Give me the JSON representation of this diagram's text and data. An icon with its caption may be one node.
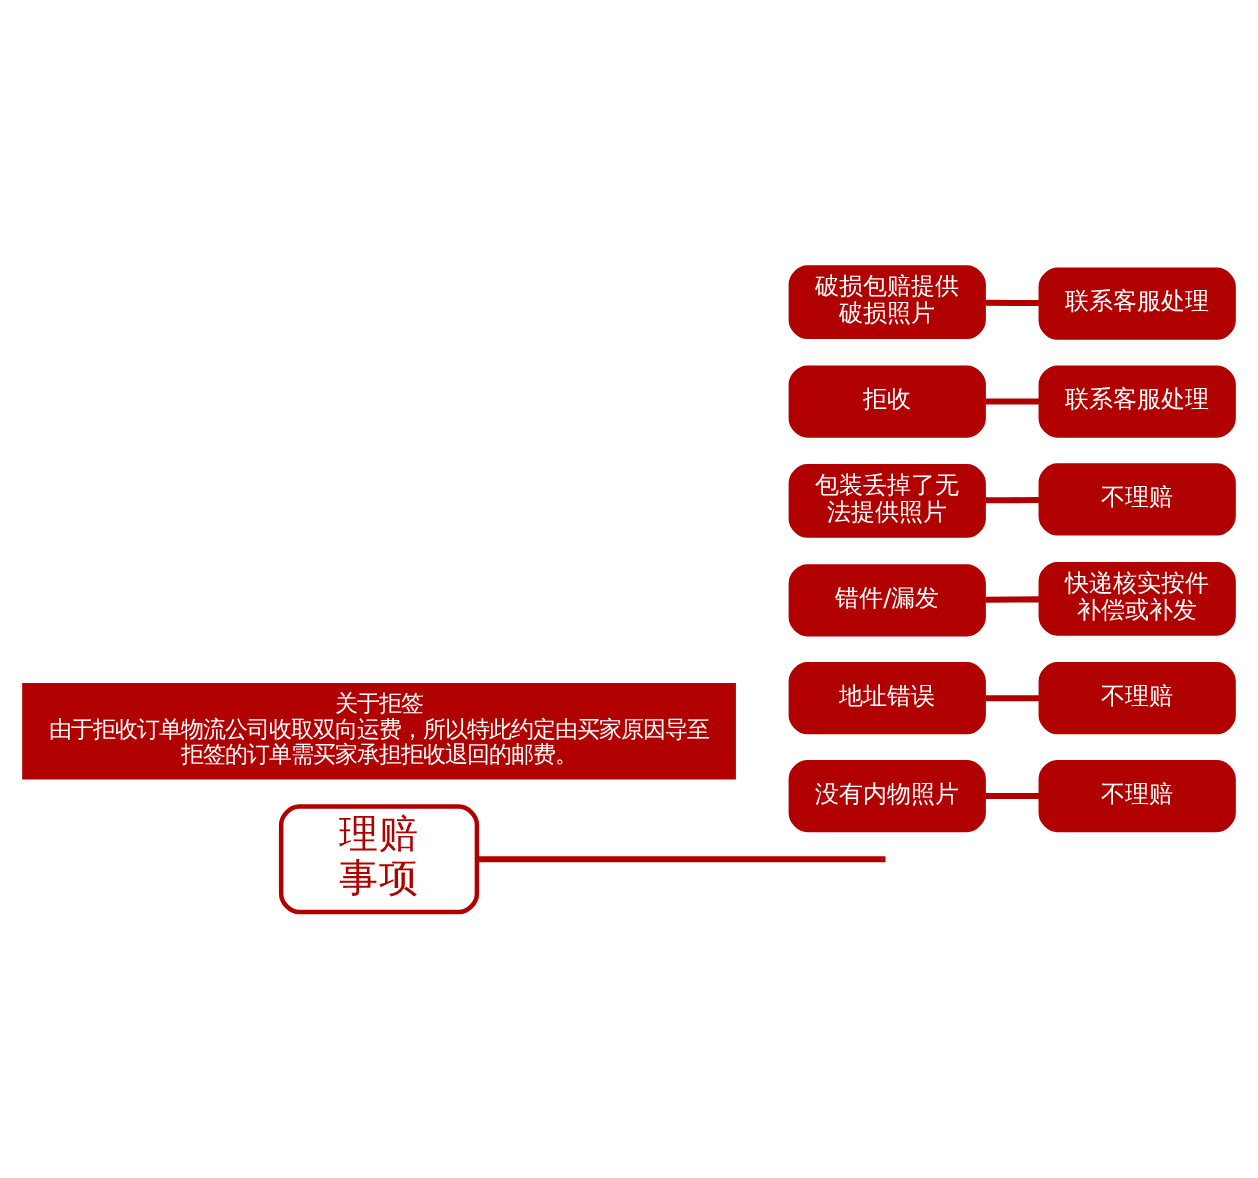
{
  "diagram": {
    "nodes": [
      {
        "text": [
          "理赔事项"
        ]
      },
      {
        "text": [
          "破损包赔提供破损照片"
        ]
      },
      {
        "text": [
          "联系客服处理"
        ]
      },
      {
        "text": [
          "拒收"
        ]
      },
      {
        "text": [
          "联系客服处理"
        ]
      },
      {
        "text": [
          "包装丢掉了无法提供照片"
        ]
      },
      {
        "text": [
          "不理赔"
        ]
      },
      {
        "text": [
          "错件/漏发"
        ]
      },
      {
        "text": [
          "快递核实按件补偿或补发"
        ]
      },
      {
        "text": [
          "地址错误"
        ]
      },
      {
        "text": [
          "不理赔"
        ]
      },
      {
        "text": [
          "没有内物照片"
        ]
      },
      {
        "text": [
          "不理赔"
        ]
      },
      {
        "text": [
          "关于拒签",
          "由于拒收订单物流公司收取双向运费，所以特此约定由买家原因导至拒签的订单需买家承担拒收退回的邮费。"
        ]
      }
    ],
    "edges": [
      {
        "from": 0,
        "to": null,
        "arrow": "none"
      },
      {
        "from": 1,
        "to": 2,
        "arrow": "none"
      },
      {
        "from": 3,
        "to": 4,
        "arrow": "none"
      },
      {
        "from": 5,
        "to": 6,
        "arrow": "none"
      },
      {
        "from": 7,
        "to": 8,
        "arrow": "none"
      },
      {
        "from": 9,
        "to": 10,
        "arrow": "none"
      },
      {
        "from": 11,
        "to": 12,
        "arrow": "none"
      }
    ]
  }
}
